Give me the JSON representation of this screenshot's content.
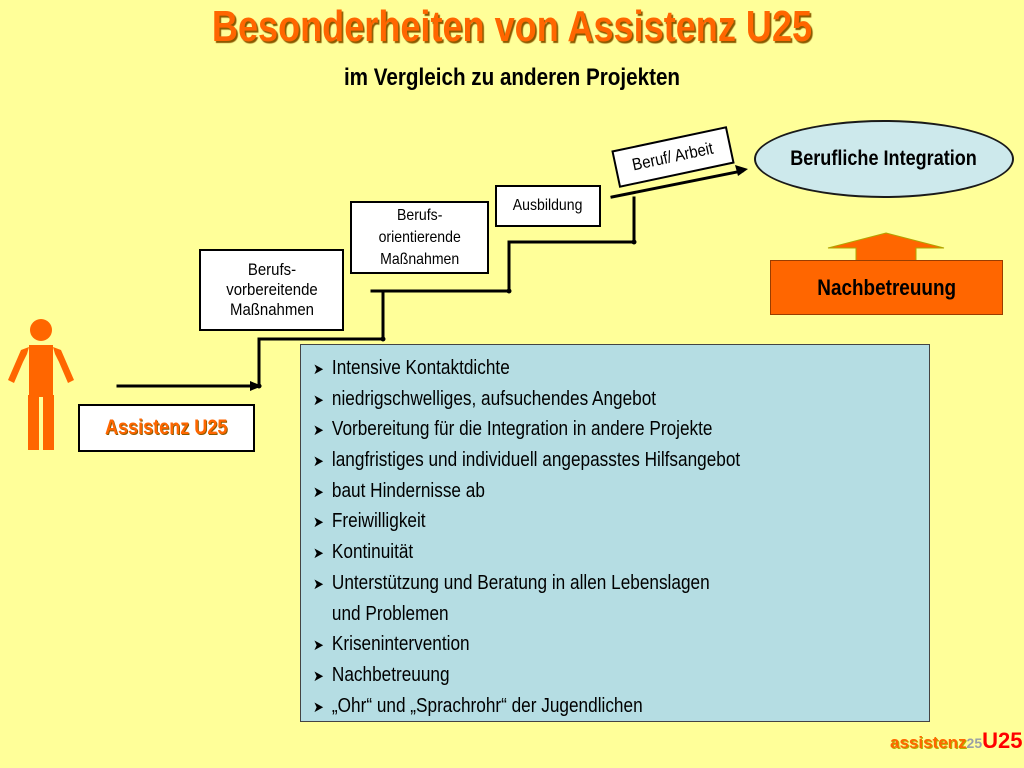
{
  "title": "Besonderheiten von Assistenz U25",
  "subtitle": "im Vergleich zu anderen Projekten",
  "stages": [
    {
      "lines": [
        "Berufs-",
        "vorbereitende",
        "Maßnahmen"
      ]
    },
    {
      "lines": [
        "Berufs-",
        "orientierende",
        "Maßnahmen"
      ]
    },
    {
      "lines": [
        "Ausbildung"
      ]
    },
    {
      "lines": [
        "Beruf/ Arbeit"
      ]
    }
  ],
  "goal": "Berufliche Integration",
  "aftercare": "Nachbetreuung",
  "start": "Assistenz U25",
  "features": [
    "Intensive Kontaktdichte",
    "niedrigschwelliges, aufsuchendes Angebot",
    "Vorbereitung für die Integration in andere Projekte",
    "langfristiges und individuell angepasstes Hilfsangebot",
    "baut Hindernisse ab",
    "Freiwilligkeit",
    "Kontinuität",
    "Unterstützung und Beratung in allen Lebenslagen",
    "und Problemen",
    "Krisenintervention",
    "Nachbetreuung",
    "„Ohr“ und „Sprachrohr“ der Jugendlichen"
  ],
  "logo": {
    "part1": "assistenz",
    "part2": "25",
    "part3": "U25"
  },
  "colors": {
    "background": "#ffff99",
    "accent_orange": "#ff6600",
    "list_background": "#b5dde3",
    "goal_background": "#cde9ec"
  },
  "icons": [
    "person-icon",
    "arrow-up-icon",
    "arrow-right-icon",
    "bullet-arrow-icon"
  ]
}
